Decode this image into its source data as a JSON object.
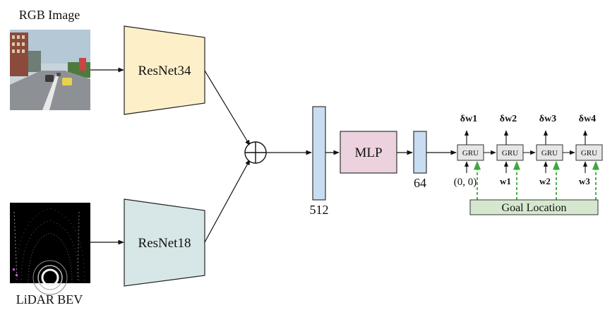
{
  "inputs": {
    "rgb_label": "RGB Image",
    "lidar_label": "LiDAR BEV"
  },
  "encoders": {
    "top": "ResNet34",
    "bottom": "ResNet18"
  },
  "features": {
    "dim_512": "512",
    "dim_64": "64"
  },
  "mlp_label": "MLP",
  "gru": {
    "cell_label": "GRU",
    "outputs": [
      "δw1",
      "δw2",
      "δw3",
      "δw4"
    ],
    "inputs": [
      "(0, 0)",
      "w1",
      "w2",
      "w3"
    ]
  },
  "goal_label": "Goal Location",
  "colors": {
    "resnet34_fill": "#fdf0c8",
    "resnet18_fill": "#d7e6e6",
    "feature_fill": "#c8dcf2",
    "mlp_fill": "#ebd2de",
    "goal_fill": "#d5e8cf",
    "gru_fill": "#e6e6e6",
    "dashed_arrow": "#3da83d"
  }
}
